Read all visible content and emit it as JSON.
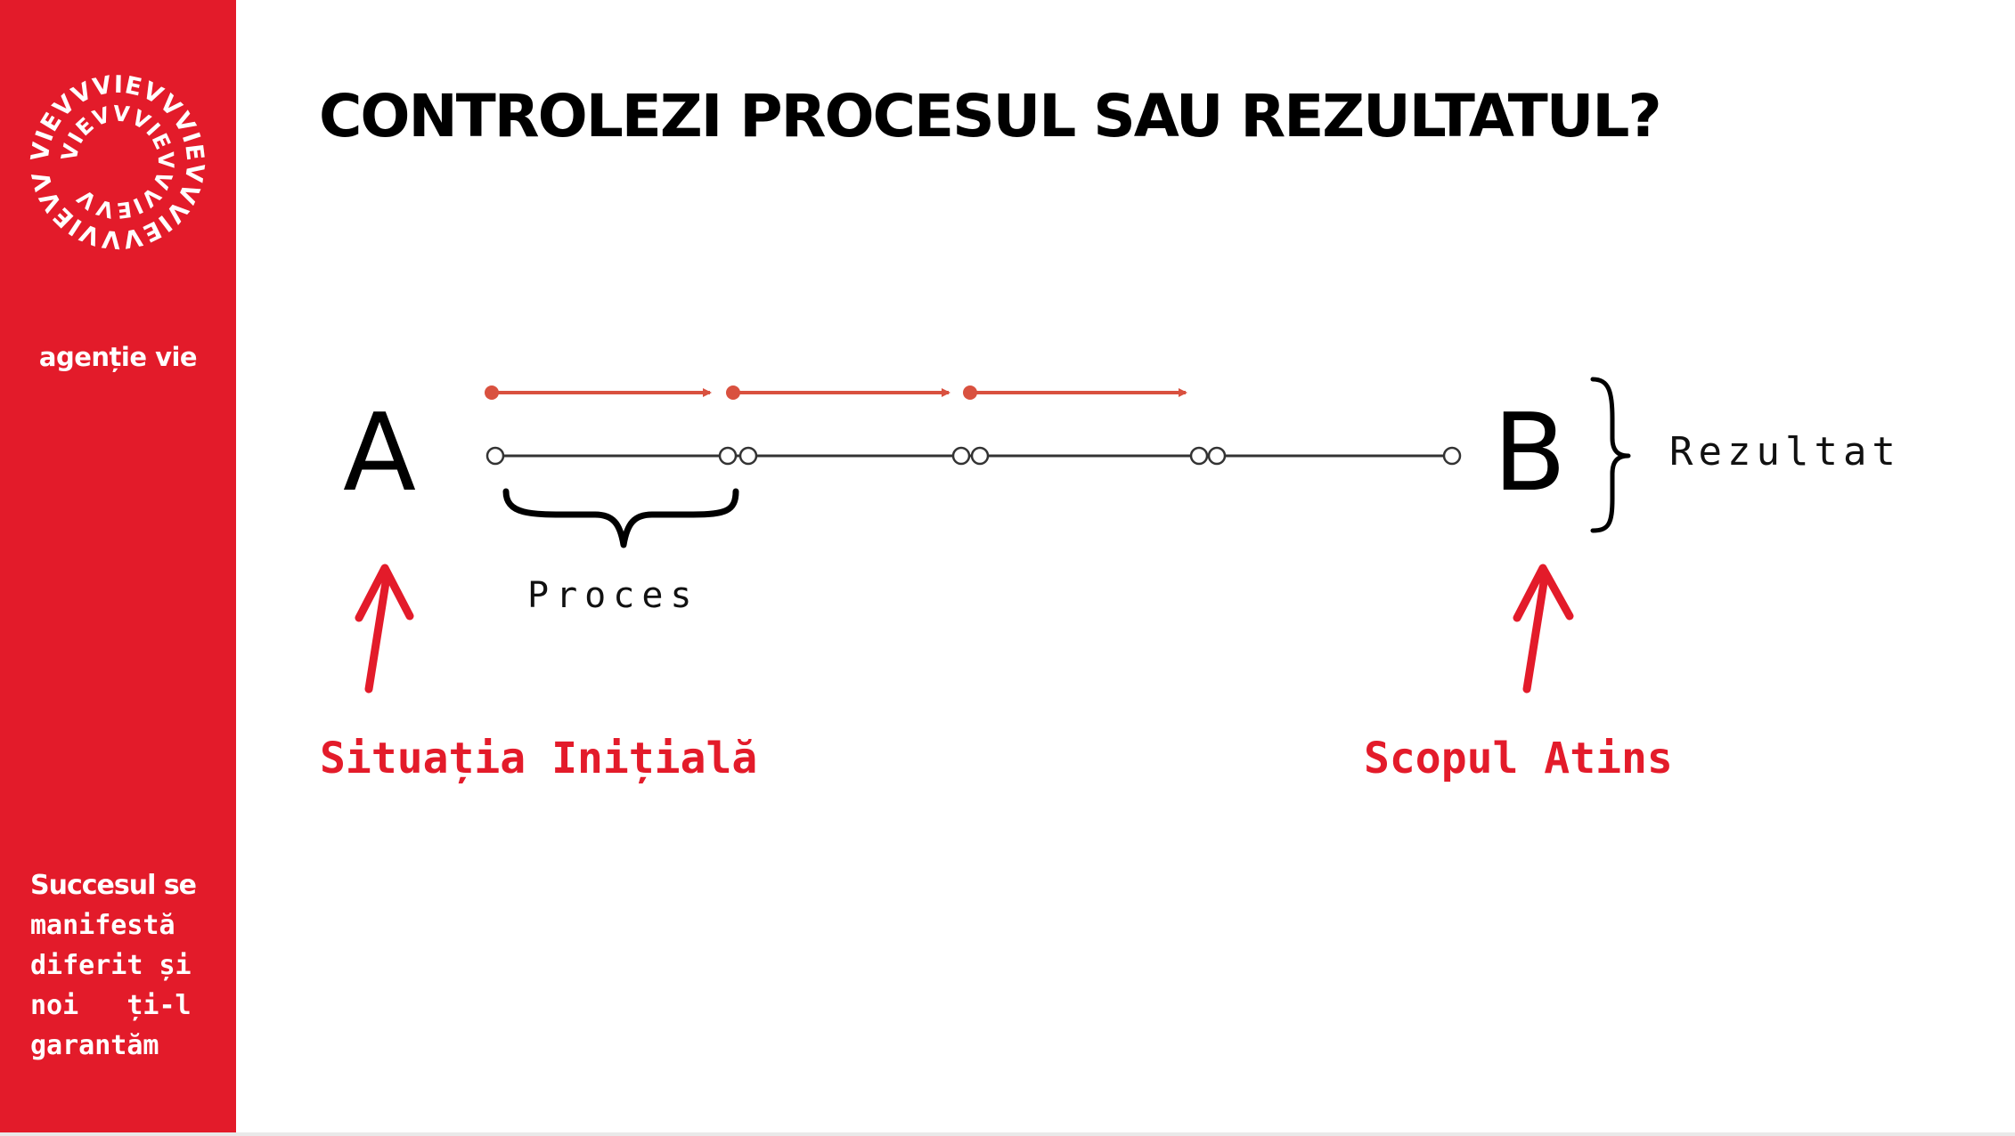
{
  "sidebar": {
    "brand_name": "agenție vie",
    "logo_ring_outer": "VIEVVVIEVVVIEVVVIEVVVIEVV",
    "logo_ring_inner": "VIEVVVIEVVVIEVV",
    "tagline_lines": [
      "Succesul se",
      "manifestă",
      "diferit și",
      "noi   ți-l",
      "garantăm"
    ],
    "color": "#e31b2a"
  },
  "title": "CONTROLEZI PROCESUL SAU REZULTATUL?",
  "diagram": {
    "start_letter": "A",
    "end_letter": "B",
    "process_label": "Proces",
    "result_label": "Rezultat",
    "start_caption": "Situația Inițială",
    "end_caption": "Scopul Atins",
    "arrow_color": "#d9513f",
    "caption_color": "#e31b2a"
  }
}
